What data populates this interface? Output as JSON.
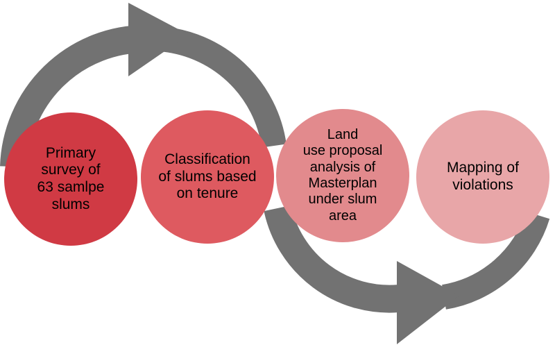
{
  "diagram": {
    "arrow_color": "#727272",
    "steps": [
      {
        "label": "Primary\nsurvey of\n63 samlpe\nslums",
        "color": "#d03a44"
      },
      {
        "label": "Classification\nof slums based\non tenure",
        "color": "#de5a60"
      },
      {
        "label": "Land\nuse proposal\nanalysis of\nMasterplan\nunder slum\narea",
        "color": "#e28a8d"
      },
      {
        "label": "Mapping of\nviolations",
        "color": "#e8a6a8"
      }
    ]
  }
}
